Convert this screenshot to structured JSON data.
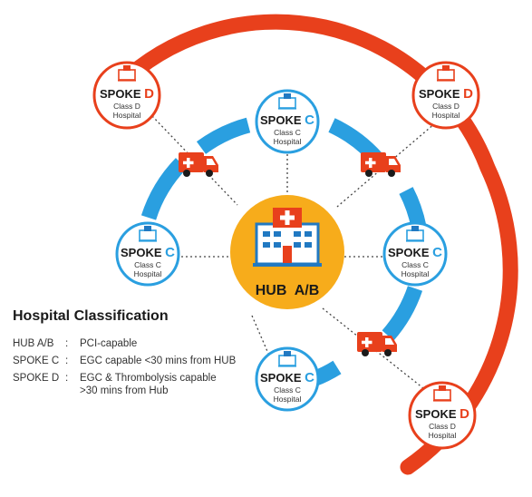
{
  "hub": {
    "label": "HUB  A/B",
    "icon": "hospital-icon"
  },
  "spokes": [
    {
      "id": "d-top-left",
      "word": "SPOKE",
      "letter": "D",
      "line1": "Class D",
      "line2": "Hospital"
    },
    {
      "id": "d-top-right",
      "word": "SPOKE",
      "letter": "D",
      "line1": "Class D",
      "line2": "Hospital"
    },
    {
      "id": "d-bottom-right",
      "word": "SPOKE",
      "letter": "D",
      "line1": "Class D",
      "line2": "Hospital"
    },
    {
      "id": "c-top",
      "word": "SPOKE",
      "letter": "C",
      "line1": "Class C",
      "line2": "Hospital"
    },
    {
      "id": "c-left",
      "word": "SPOKE",
      "letter": "C",
      "line1": "Class C",
      "line2": "Hospital"
    },
    {
      "id": "c-right",
      "word": "SPOKE",
      "letter": "C",
      "line1": "Class C",
      "line2": "Hospital"
    },
    {
      "id": "c-bottom",
      "word": "SPOKE",
      "letter": "C",
      "line1": "Class C",
      "line2": "Hospital"
    }
  ],
  "legend": {
    "title": "Hospital Classification",
    "rows": [
      {
        "term": "HUB A/B",
        "sep": ":",
        "desc": "PCI-capable"
      },
      {
        "term": "SPOKE C",
        "sep": ":",
        "desc": "EGC capable <30 mins from HUB"
      },
      {
        "term": "SPOKE D",
        "sep": ":",
        "desc": "EGC & Thrombolysis capable\n>30 mins from Hub"
      }
    ]
  },
  "colors": {
    "red": "#e8401c",
    "blue": "#2a9fe0",
    "hub_fill": "#f7ac1b",
    "hospital_blue": "#2179c2",
    "text_dark": "#1a1a1a"
  },
  "icons": {
    "ambulance": "ambulance-icon",
    "spoke": "hospital-building-icon"
  }
}
